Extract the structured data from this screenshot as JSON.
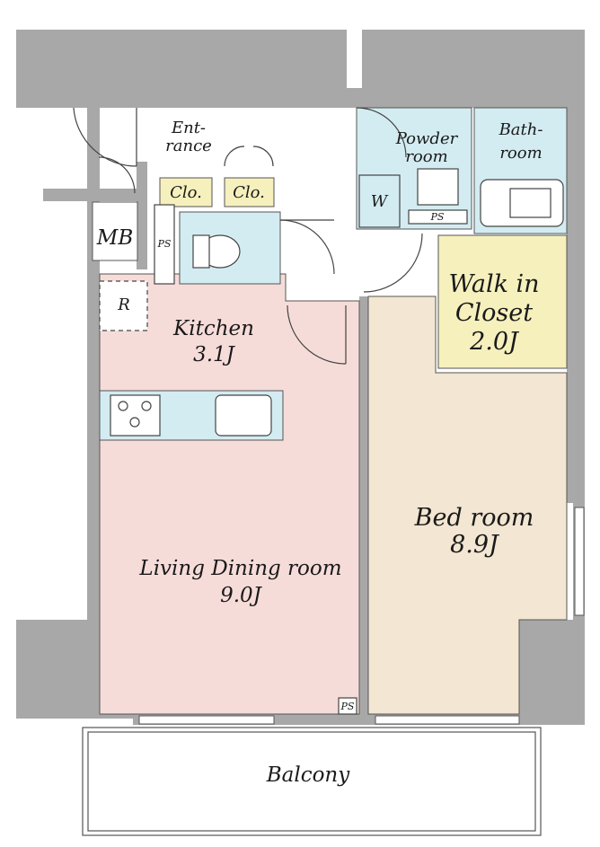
{
  "rooms": {
    "entrance": {
      "line1": "Ent-",
      "line2": "rance"
    },
    "closet_1": "Clo.",
    "closet_2": "Clo.",
    "powder_room": {
      "line1": "Powder",
      "line2": "room"
    },
    "bathroom": {
      "line1": "Bath-",
      "line2": "room"
    },
    "washer": "W",
    "ps_bath": "PS",
    "ps_toilet": "PS",
    "ps_corner": "PS",
    "mb": "MB",
    "refrigerator": "R",
    "kitchen": {
      "name": "Kitchen",
      "size": "3.1J"
    },
    "walk_in_closet": {
      "line1": "Walk in",
      "line2": "Closet",
      "size": "2.0J"
    },
    "living_dining": {
      "name": "Living Dining room",
      "size": "9.0J"
    },
    "bedroom": {
      "name": "Bed room",
      "size": "8.9J"
    },
    "balcony": "Balcony"
  },
  "colors": {
    "wall": "#a8a8a8",
    "living_fill": "#f6dcd9",
    "bedroom_fill": "#f3e6d2",
    "wet_fill": "#d3ecf1",
    "closet_fill": "#f6f0bd",
    "outline": "#555555"
  }
}
